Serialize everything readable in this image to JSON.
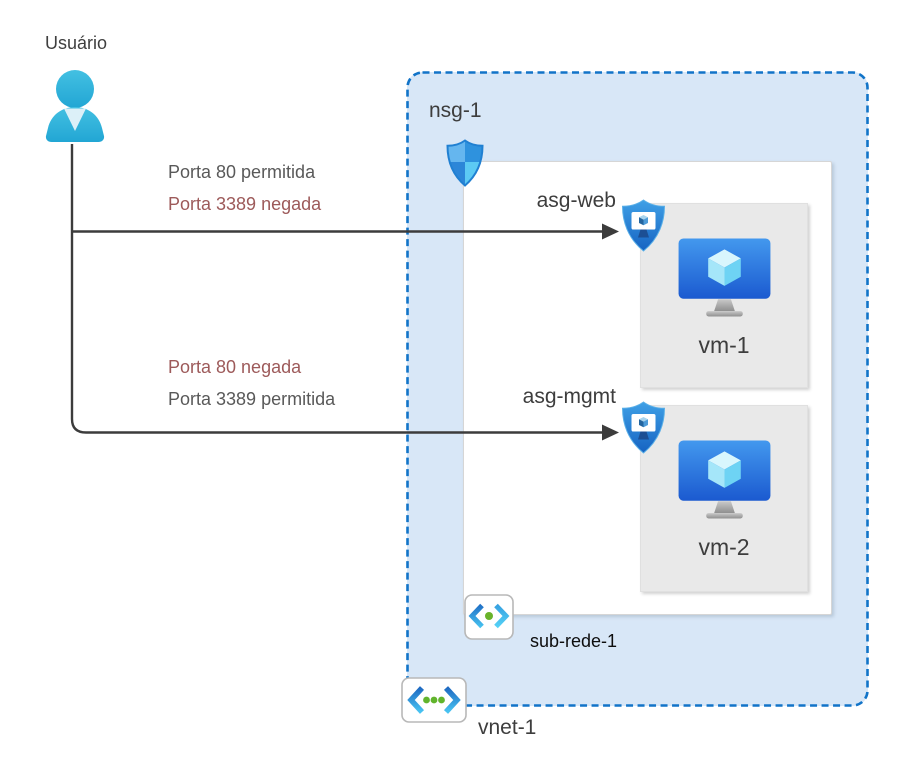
{
  "user": {
    "label": "Usuário"
  },
  "arrows": {
    "web": {
      "line1": "Porta 80 permitida",
      "line2": "Porta 3389 negada"
    },
    "mgmt": {
      "line1": "Porta 80 negada",
      "line2": "Porta 3389 permitida"
    }
  },
  "network": {
    "nsg_label": "nsg-1",
    "asg_web_label": "asg-web",
    "asg_mgmt_label": "asg-mgmt",
    "vm1_label": "vm-1",
    "vm2_label": "vm-2",
    "subnet_label": "sub-rede-1",
    "vnet_label": "vnet-1"
  },
  "icons": {
    "user": "user-person-icon",
    "nsg": "nsg-shield-icon",
    "asg": "asg-shield-monitor-icon",
    "vm": "vm-monitor-cube-icon",
    "subnet": "subnet-chevron-dot-icon",
    "vnet": "vnet-chevron-dots-icon"
  },
  "colors": {
    "allowed_text": "#595959",
    "denied_text": "#9d5a5a",
    "vnet_fill": "#d8e7f7",
    "vnet_border": "#1274c8",
    "arrow": "#3c3c3c",
    "vm_box_fill": "#e9e9e9",
    "user_icon": "#35b5dc"
  }
}
